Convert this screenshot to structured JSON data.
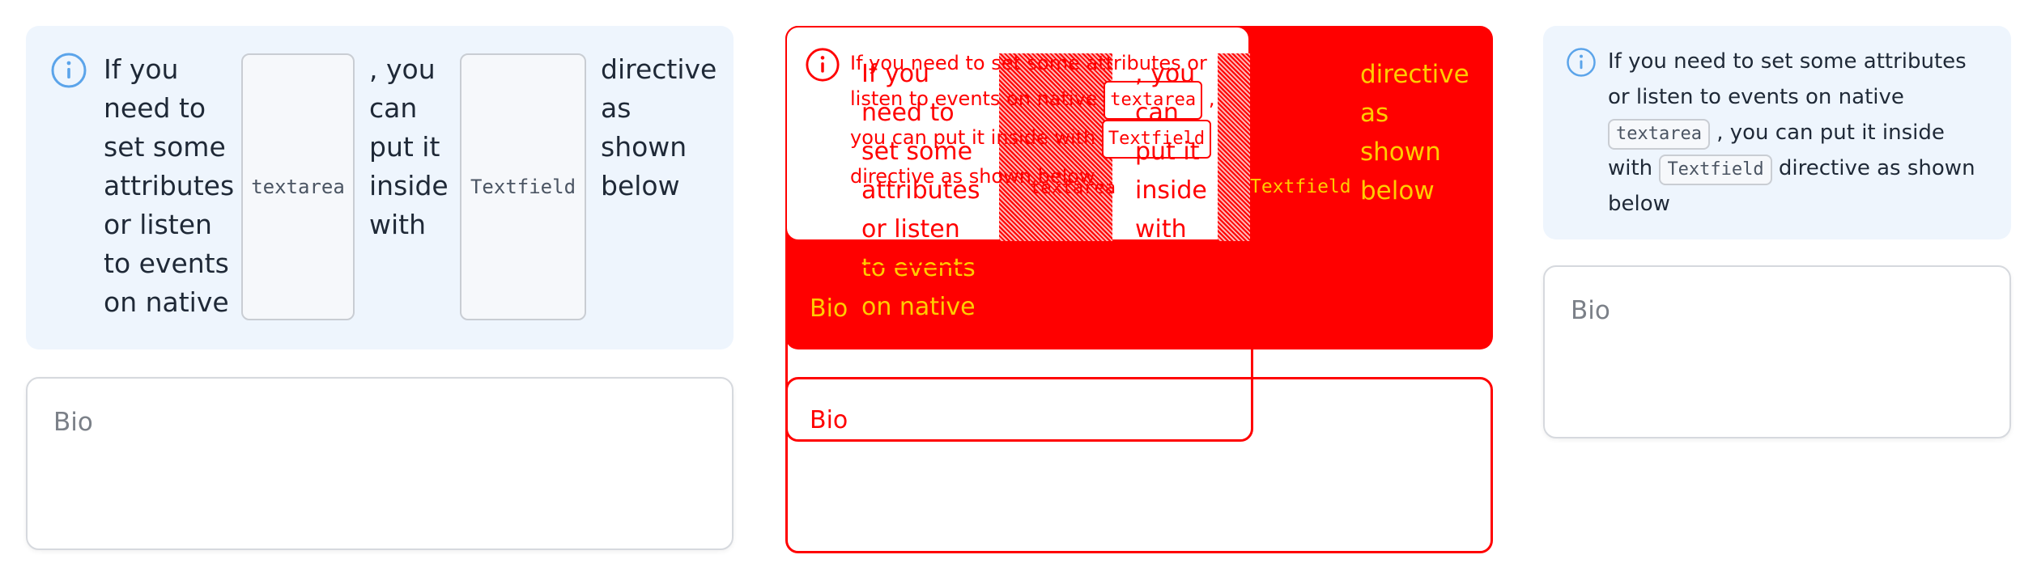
{
  "note": {
    "text_before": "If you need to set some attributes or listen to events on native",
    "code_1": "textarea",
    "text_middle": ", you can put it inside with",
    "code_2": "Textfield",
    "text_after": "directive as shown below",
    "lines_narrow": [
      "If you",
      "need to",
      "set some",
      "attributes",
      "or listen",
      "to events",
      "on native"
    ],
    "middle_narrow": [
      ", you",
      "can",
      "put it",
      "inside",
      "with"
    ],
    "after_narrow": [
      "directive",
      "as",
      "shown",
      "below"
    ]
  },
  "field": {
    "label": "Bio"
  },
  "colors": {
    "info_background": "#eef5fd",
    "info_icon": "#5ba4ea",
    "diff_red": "#ff0000",
    "diff_yellow": "#ffcc00"
  },
  "icons": {
    "info": "info-circle-icon"
  }
}
